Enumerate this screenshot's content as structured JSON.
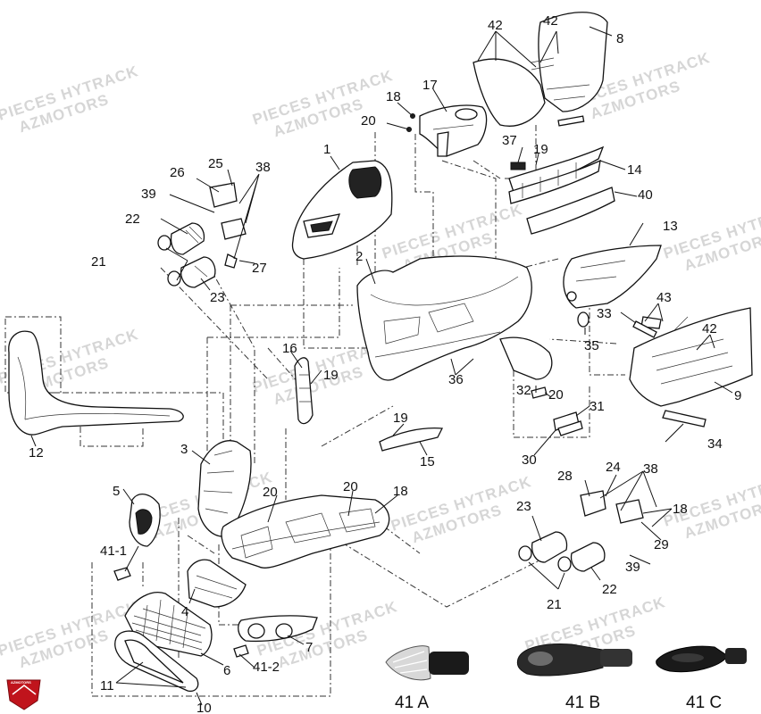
{
  "watermark": {
    "line1": "PIECES HYTRACK",
    "line2": "AZMOTORS"
  },
  "logo": {
    "text": "AZMOTORS",
    "color": "#c0141c"
  },
  "callouts": [
    {
      "id": "c1",
      "label": "1"
    },
    {
      "id": "c2",
      "label": "2"
    },
    {
      "id": "c3",
      "label": "3"
    },
    {
      "id": "c4",
      "label": "4"
    },
    {
      "id": "c5",
      "label": "5"
    },
    {
      "id": "c6",
      "label": "6"
    },
    {
      "id": "c7",
      "label": "7"
    },
    {
      "id": "c8",
      "label": "8"
    },
    {
      "id": "c9",
      "label": "9"
    },
    {
      "id": "c10",
      "label": "10"
    },
    {
      "id": "c11",
      "label": "11"
    },
    {
      "id": "c12",
      "label": "12"
    },
    {
      "id": "c13",
      "label": "13"
    },
    {
      "id": "c14",
      "label": "14"
    },
    {
      "id": "c15",
      "label": "15"
    },
    {
      "id": "c16",
      "label": "16"
    },
    {
      "id": "c17",
      "label": "17"
    },
    {
      "id": "c18a",
      "label": "18"
    },
    {
      "id": "c18b",
      "label": "18"
    },
    {
      "id": "c18c",
      "label": "18"
    },
    {
      "id": "c19a",
      "label": "19"
    },
    {
      "id": "c19b",
      "label": "19"
    },
    {
      "id": "c19c",
      "label": "19"
    },
    {
      "id": "c20a",
      "label": "20"
    },
    {
      "id": "c20b",
      "label": "20"
    },
    {
      "id": "c20c",
      "label": "20"
    },
    {
      "id": "c20d",
      "label": "20"
    },
    {
      "id": "c21a",
      "label": "21"
    },
    {
      "id": "c21b",
      "label": "21"
    },
    {
      "id": "c22a",
      "label": "22"
    },
    {
      "id": "c22b",
      "label": "22"
    },
    {
      "id": "c23a",
      "label": "23"
    },
    {
      "id": "c23b",
      "label": "23"
    },
    {
      "id": "c24",
      "label": "24"
    },
    {
      "id": "c25",
      "label": "25"
    },
    {
      "id": "c26",
      "label": "26"
    },
    {
      "id": "c27",
      "label": "27"
    },
    {
      "id": "c28",
      "label": "28"
    },
    {
      "id": "c29",
      "label": "29"
    },
    {
      "id": "c30",
      "label": "30"
    },
    {
      "id": "c31",
      "label": "31"
    },
    {
      "id": "c32",
      "label": "32"
    },
    {
      "id": "c33",
      "label": "33"
    },
    {
      "id": "c34",
      "label": "34"
    },
    {
      "id": "c35",
      "label": "35"
    },
    {
      "id": "c36",
      "label": "36"
    },
    {
      "id": "c37",
      "label": "37"
    },
    {
      "id": "c38a",
      "label": "38"
    },
    {
      "id": "c38b",
      "label": "38"
    },
    {
      "id": "c39a",
      "label": "39"
    },
    {
      "id": "c39b",
      "label": "39"
    },
    {
      "id": "c40",
      "label": "40"
    },
    {
      "id": "c41_1",
      "label": "41-1"
    },
    {
      "id": "c41_2",
      "label": "41-2"
    },
    {
      "id": "c42a",
      "label": "42"
    },
    {
      "id": "c42b",
      "label": "42"
    },
    {
      "id": "c42c",
      "label": "42"
    },
    {
      "id": "c43",
      "label": "43"
    }
  ],
  "variants": [
    {
      "id": "v41a",
      "label": "41 A"
    },
    {
      "id": "v41b",
      "label": "41 B"
    },
    {
      "id": "v41c",
      "label": "41 C"
    }
  ]
}
